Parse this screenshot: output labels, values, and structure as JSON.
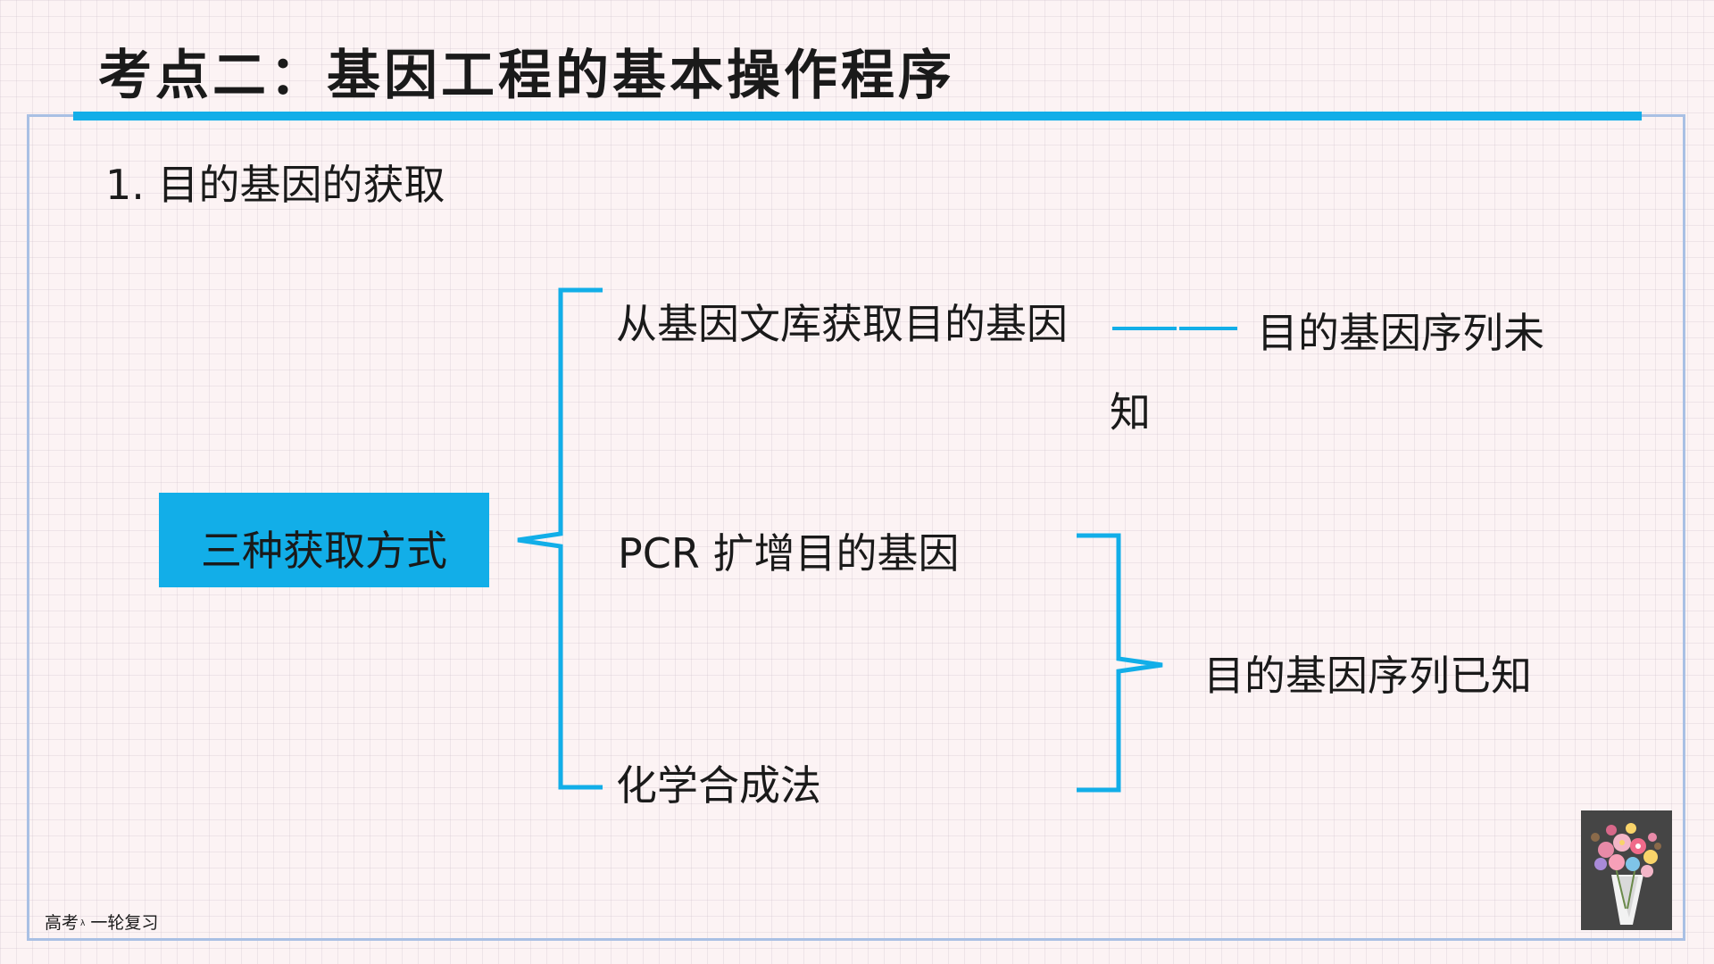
{
  "slide": {
    "title": "考点二：基因工程的基本操作程序",
    "section_heading": "1. 目的基因的获取"
  },
  "diagram": {
    "root": "三种获取方式",
    "methods": [
      "从基因文库获取目的基因",
      "PCR 扩增目的基因",
      "化学合成法"
    ],
    "unknown_connector": "——",
    "unknown_text_line1": "目的基因序列未",
    "unknown_text_line2": "知",
    "known_text": "目的基因序列已知"
  },
  "footer": {
    "left": "高考",
    "mark": "λ",
    "right": "一轮复习"
  },
  "colors": {
    "accent": "#12aee8",
    "frame": "#a9c0e4",
    "background": "#fcf3f4"
  },
  "icons": {
    "bouquet": "flower-bouquet-image"
  }
}
